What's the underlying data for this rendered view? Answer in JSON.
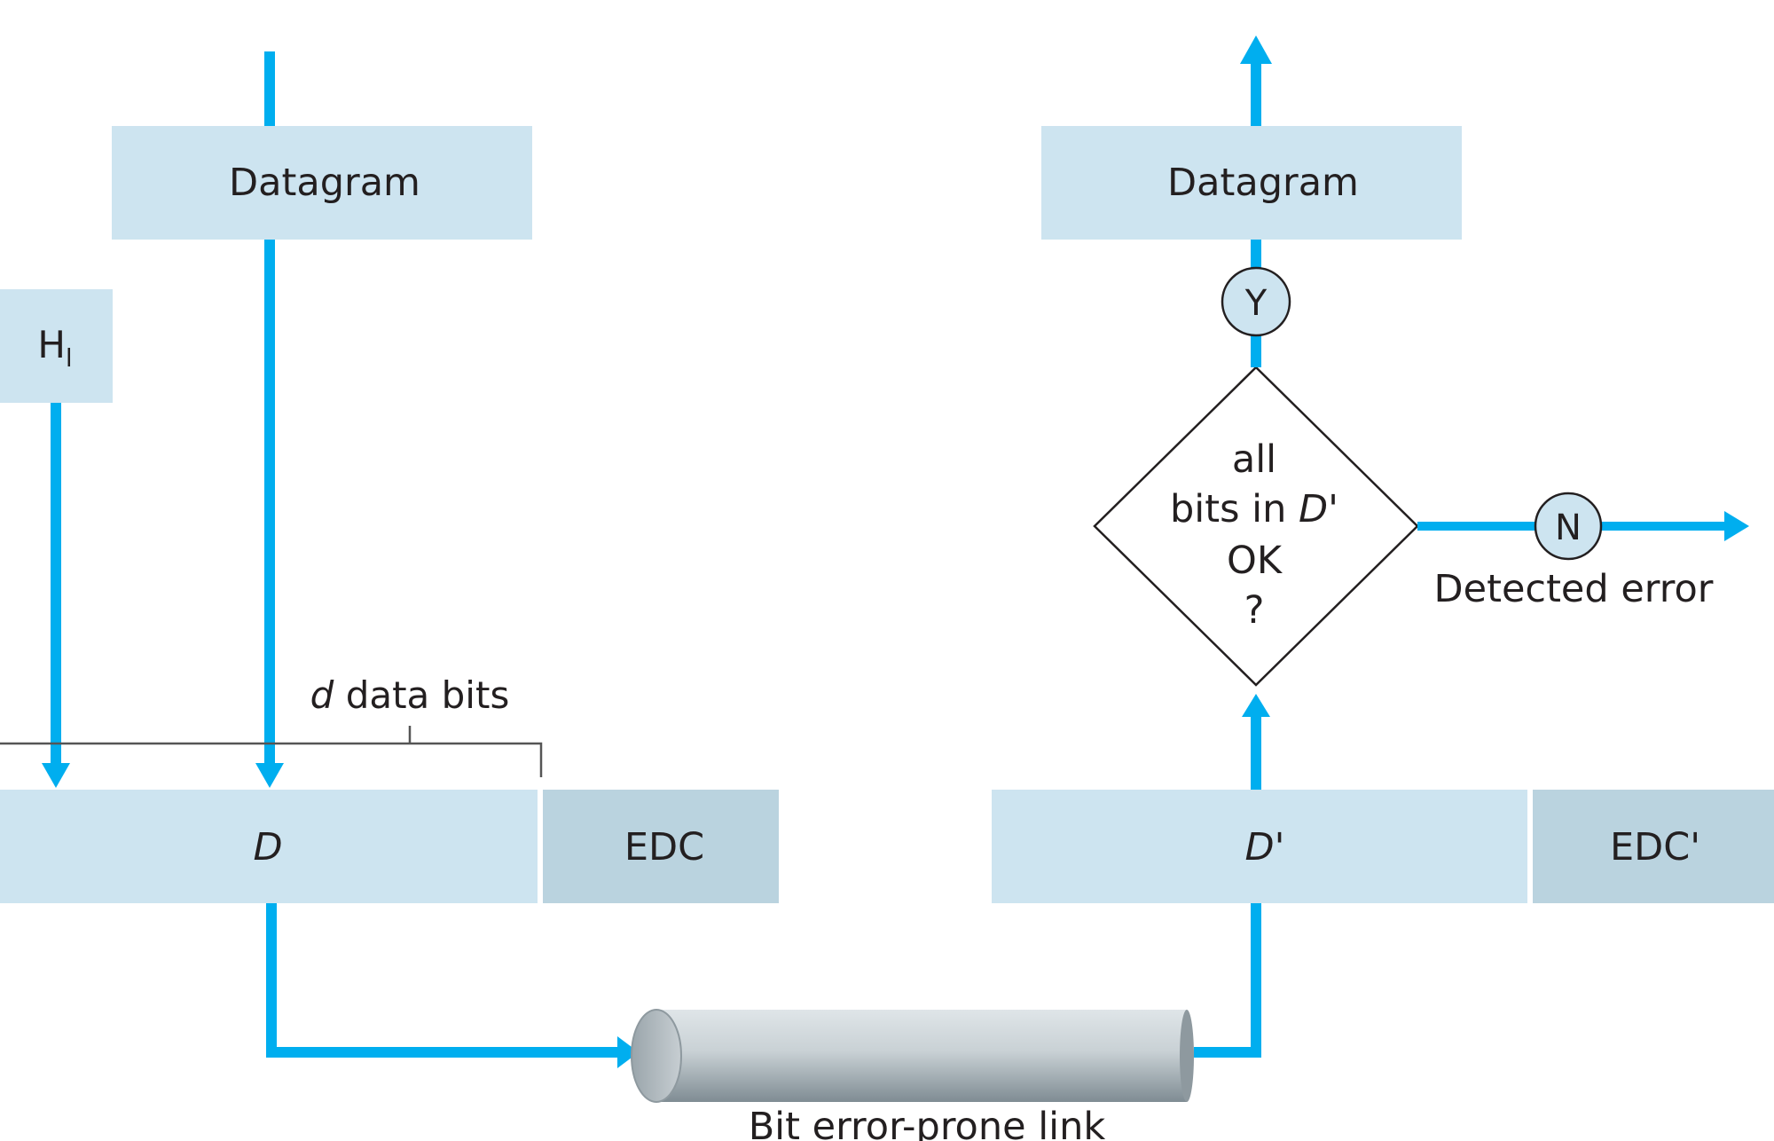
{
  "colors": {
    "flow": "#00aeef",
    "box": "#cde4f0",
    "box_dark": "#bad3df",
    "bracket": "#555555",
    "outline": "#231f20",
    "text": "#231f20"
  },
  "sender": {
    "datagram": "Datagram",
    "header": "H",
    "header_sub": "l",
    "data_bits_label_var": "d",
    "data_bits_label_rest": " data bits",
    "frame_d": "D",
    "frame_edc": "EDC"
  },
  "receiver": {
    "datagram": "Datagram",
    "yes": "Y",
    "no": "N",
    "decision_line1": "all",
    "decision_line2_a": "bits in ",
    "decision_line2_var": "D'",
    "decision_line3": "OK",
    "decision_line4": "?",
    "detected_error": "Detected error",
    "frame_d": "D'",
    "frame_edc": "EDC'"
  },
  "link": {
    "label": "Bit error-prone link"
  }
}
